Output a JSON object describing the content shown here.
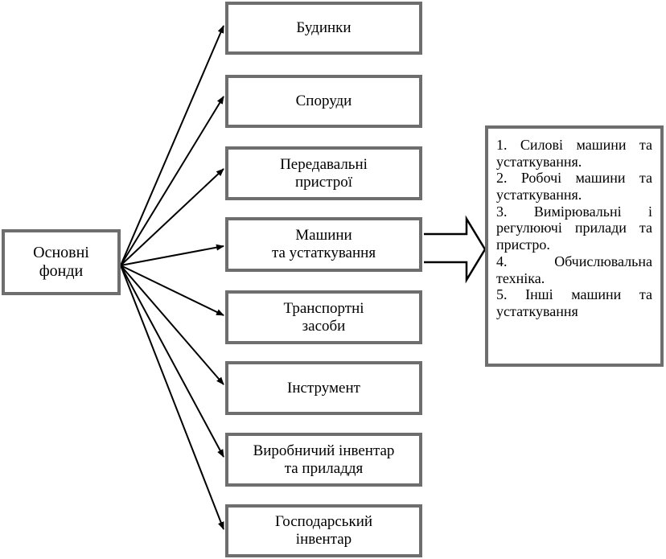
{
  "root": {
    "label": "Основні\nфонди"
  },
  "categories": [
    {
      "id": "buildings",
      "label": "Будинки"
    },
    {
      "id": "structures",
      "label": "Споруди"
    },
    {
      "id": "transmission",
      "label": "Передавальні\nпристрої"
    },
    {
      "id": "machines",
      "label": "Машини\nта устаткування"
    },
    {
      "id": "vehicles",
      "label": "Транспортні\nзасоби"
    },
    {
      "id": "tools",
      "label": "Інструмент"
    },
    {
      "id": "production-inventory",
      "label": "Виробничий інвентар\nта приладдя"
    },
    {
      "id": "household-inventory",
      "label": "Господарський\nінвентар"
    }
  ],
  "details": {
    "items": [
      "1. Силові машини та устаткування.",
      "2. Робочі машини та устаткування.",
      "3. Вимірювальні і регулюючі прилади та пристро.",
      "4. Обчислювальна техніка.",
      "5. Інші машини та устаткування"
    ]
  },
  "colors": {
    "border": "#6e6e6e",
    "arrow": "#000000"
  }
}
